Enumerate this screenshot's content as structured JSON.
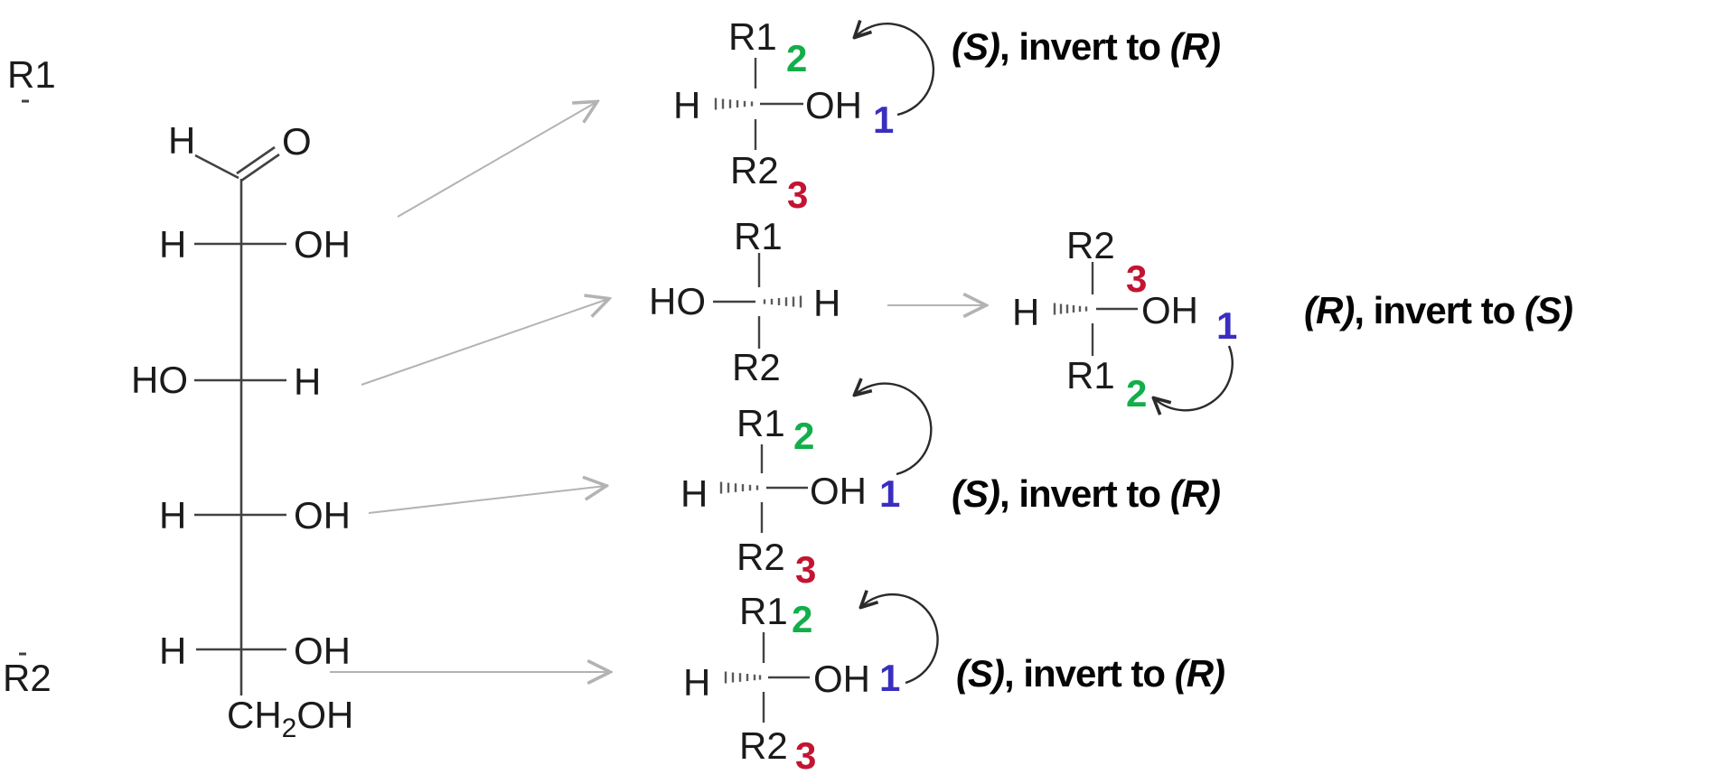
{
  "colors": {
    "priority_1_blue": "#3a2ec0",
    "priority_2_green": "#12ae4a",
    "priority_3_red": "#c31432",
    "bond": "#424242",
    "gray_arrow": "#b3b3b3",
    "curved_arrow": "#2b2b2b",
    "text": "#1b1b1b"
  },
  "fischer": {
    "top_label": "R1",
    "bottom_label": "R2",
    "aldehyde_h": "H",
    "aldehyde_o": "O",
    "rows": [
      {
        "left": "H",
        "right": "OH"
      },
      {
        "left": "HO",
        "right": "H"
      },
      {
        "left": "H",
        "right": "OH"
      },
      {
        "left": "H",
        "right": "OH"
      }
    ],
    "terminal": {
      "pre": "CH",
      "sub": "2",
      "post": "OH"
    }
  },
  "center1": {
    "top": "R1",
    "top_num": "2",
    "left": "H",
    "right": "OH",
    "right_num": "1",
    "bottom": "R2",
    "bottom_num": "3",
    "verdict_head": "(S)",
    "verdict_mid": ", invert to ",
    "verdict_tail": "(R)"
  },
  "center2_before": {
    "top": "R1",
    "left": "HO",
    "right": "H",
    "bottom": "R2"
  },
  "center2_after": {
    "top": "R2",
    "top_num": "3",
    "left": "H",
    "right": "OH",
    "right_num": "1",
    "bottom": "R1",
    "bottom_num": "2",
    "verdict_head": "(R)",
    "verdict_mid": ", invert to ",
    "verdict_tail": "(S)"
  },
  "center3": {
    "top": "R1",
    "top_num": "2",
    "left": "H",
    "right": "OH",
    "right_num": "1",
    "bottom": "R2",
    "bottom_num": "3",
    "verdict_head": "(S)",
    "verdict_mid": ", invert to ",
    "verdict_tail": "(R)"
  },
  "center4": {
    "top": "R1",
    "top_num": "2",
    "left": "H",
    "right": "OH",
    "right_num": "1",
    "bottom": "R2",
    "bottom_num": "3",
    "verdict_head": "(S)",
    "verdict_mid": ", invert to ",
    "verdict_tail": "(R)"
  }
}
